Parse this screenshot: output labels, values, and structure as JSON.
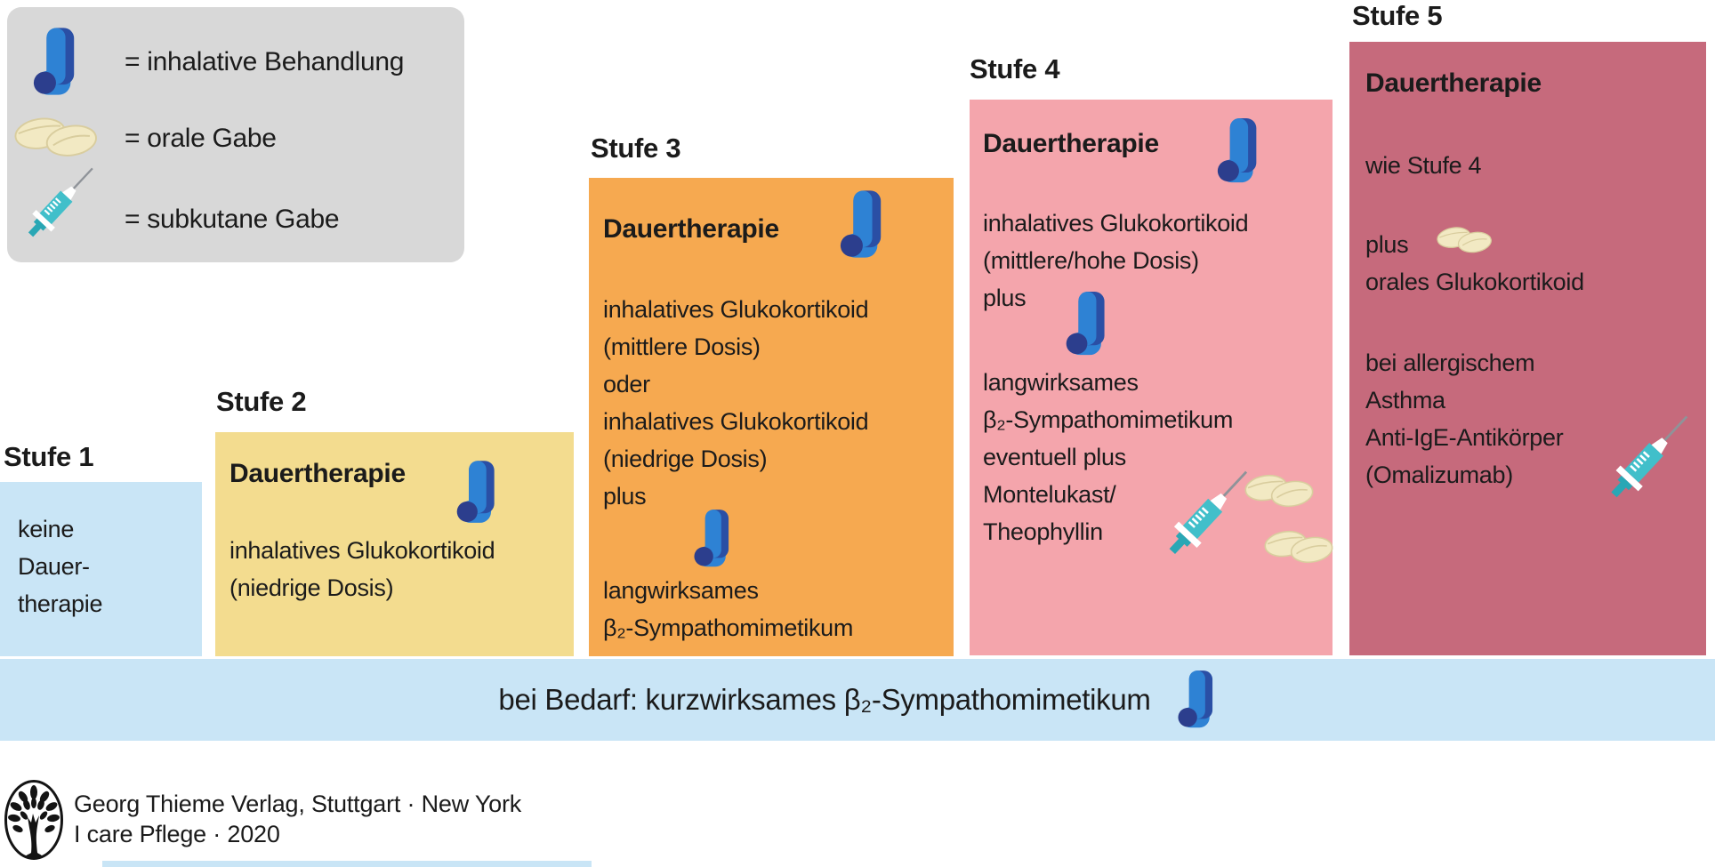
{
  "legend": {
    "items": [
      {
        "icon": "inhaler-icon",
        "label": "= inhalative Behandlung"
      },
      {
        "icon": "pills-icon",
        "label": "= orale Gabe"
      },
      {
        "icon": "syringe-icon",
        "label": "= subkutane Gabe"
      }
    ]
  },
  "steps": [
    {
      "label": "Stufe 1",
      "body": "keine\nDauer-\ntherapie"
    },
    {
      "label": "Stufe 2",
      "heading": "Dauertherapie",
      "body": "inhalatives Glukokortikoid\n(niedrige Dosis)"
    },
    {
      "label": "Stufe 3",
      "heading": "Dauertherapie",
      "body": "inhalatives Glukokortikoid\n(mittlere Dosis)\noder\ninhalatives Glukokortikoid\n(niedrige Dosis)\nplus",
      "body2": "langwirksames\nβ₂-Sympathomimetikum"
    },
    {
      "label": "Stufe 4",
      "heading": "Dauertherapie",
      "body": "inhalatives Glukokortikoid\n(mittlere/hohe Dosis)\nplus",
      "body2": "langwirksames\nβ₂-Sympathomimetikum\neventuell plus\nMontelukast/\nTheophyllin"
    },
    {
      "label": "Stufe 5",
      "heading": "Dauertherapie",
      "body": "wie Stufe 4",
      "body2": "plus",
      "body3": "orales Glukokortikoid",
      "body4": "bei allergischem\nAsthma\nAnti-IgE-Antikörper\n(Omalizumab)"
    }
  ],
  "band": {
    "text": "bei Bedarf: kurzwirksames β₂-Sympathomimetikum"
  },
  "footer": {
    "line1": "Georg Thieme Verlag, Stuttgart · New York",
    "line2": "I care Pflege · 2020"
  },
  "colors": {
    "legend_gray": "#d8d8d8",
    "step1_blue": "#c9e5f6",
    "step2_yellow": "#f3dc8f",
    "step3_orange": "#f6a950",
    "step4_pink": "#f4a5ac",
    "step5_rose": "#c66a7c",
    "band_blue": "#c9e5f6",
    "inhaler_blue_light": "#2e82d4",
    "inhaler_blue_dark": "#2a4fa5",
    "inhaler_navy": "#2c3e8d",
    "syringe_teal": "#41bfca",
    "pill_cream": "#f2e9c3",
    "text": "#1b1b1b"
  }
}
